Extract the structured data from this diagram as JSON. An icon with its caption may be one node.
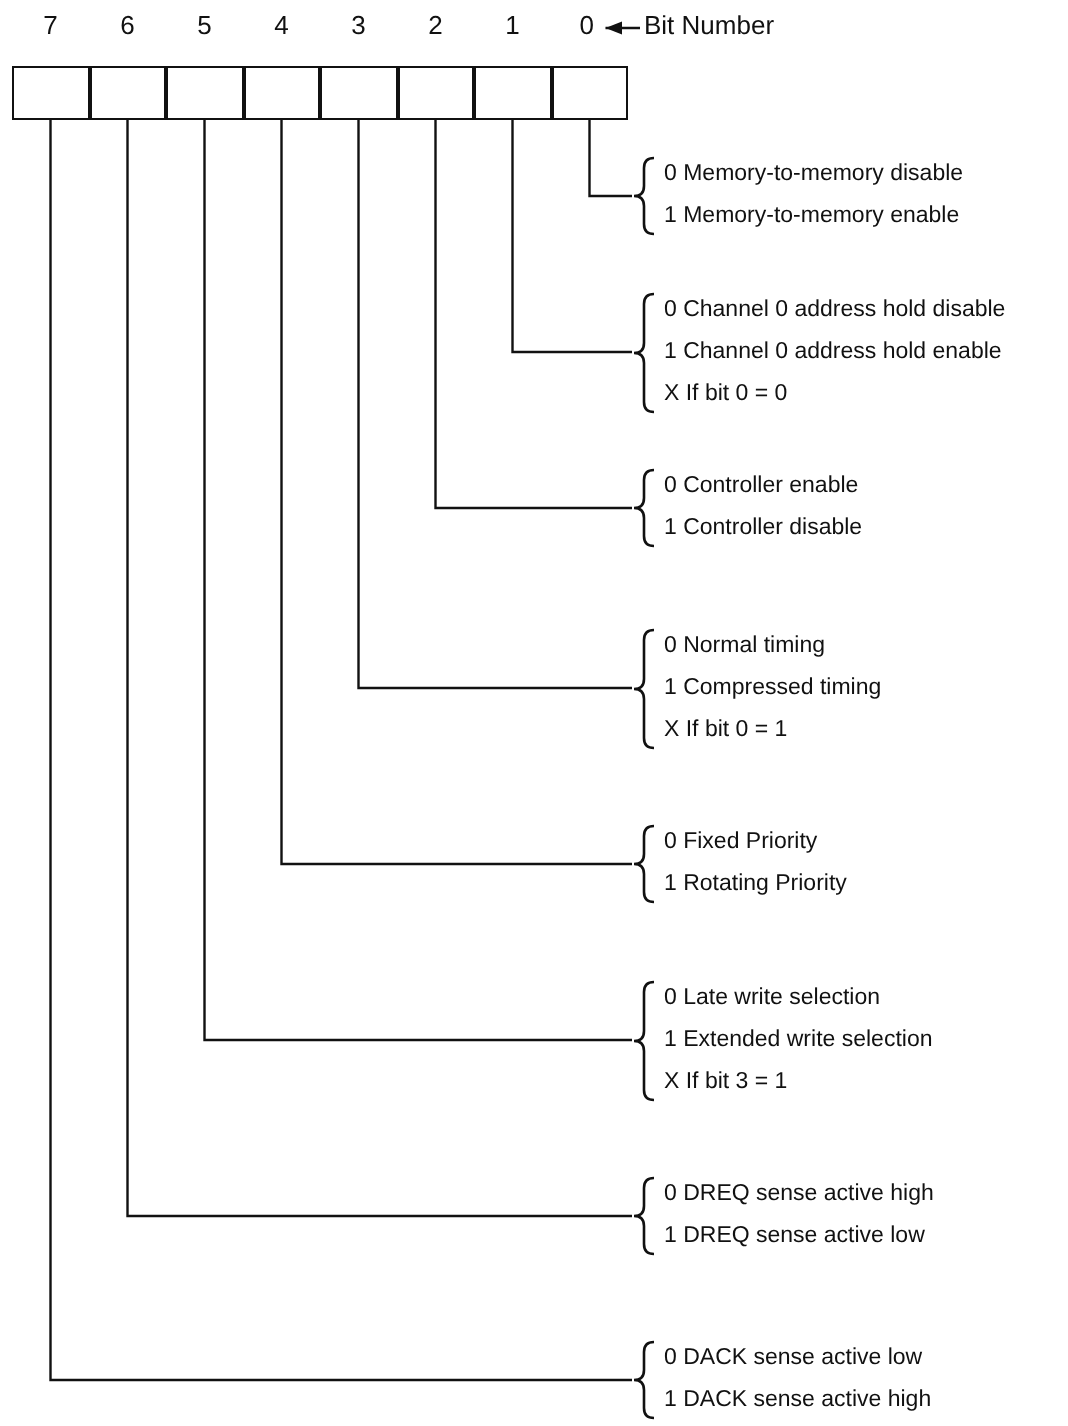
{
  "diagram": {
    "nodes": [
      {
        "text": [],
        "shape": "box"
      },
      {
        "text": [],
        "shape": "box"
      },
      {
        "text": [],
        "shape": "box"
      },
      {
        "text": [],
        "shape": "box"
      },
      {
        "text": [],
        "shape": "box"
      },
      {
        "text": [],
        "shape": "box"
      },
      {
        "text": [],
        "shape": "box"
      },
      {
        "text": [],
        "shape": "box"
      },
      {
        "text": [
          "0"
        ]
      },
      {
        "text": [
          "Bit Number"
        ]
      },
      {
        "text": [
          "0 Memory-to-memory disable",
          "1 Memory-to-memory enable"
        ]
      },
      {
        "text": [
          "0 Channel 0 address hold disable",
          "1 Channel 0 address hold enable",
          "X If bit 0 = 0"
        ]
      },
      {
        "text": [
          "0 Controller enable",
          "1 Controller disable"
        ]
      },
      {
        "text": [
          "0 Normal timing",
          "1 Compressed timing",
          "X If bit 0 = 1"
        ]
      },
      {
        "text": [
          "0 Fixed Priority",
          "1 Rotating Priority"
        ]
      },
      {
        "text": [
          "0 Late write selection",
          "1 Extended write selection",
          "X If bit 3 = 1"
        ]
      },
      {
        "text": [
          "0 DREQ sense active high",
          "1 DREQ sense active low"
        ]
      },
      {
        "text": [
          "0 DACK sense active low",
          "1 DACK sense active high"
        ]
      }
    ],
    "edges": [
      {
        "from": 9,
        "to": 8,
        "arrow": "to"
      },
      {
        "from": 7,
        "to": 10,
        "arrow": "none"
      },
      {
        "from": 6,
        "to": 11,
        "arrow": "none"
      },
      {
        "from": 5,
        "to": 12,
        "arrow": "none"
      },
      {
        "from": 4,
        "to": 13,
        "arrow": "none"
      },
      {
        "from": 3,
        "to": 14,
        "arrow": "none"
      },
      {
        "from": 2,
        "to": 15,
        "arrow": "none"
      },
      {
        "from": 1,
        "to": 16,
        "arrow": "none"
      },
      {
        "from": 0,
        "to": 17,
        "arrow": "none"
      }
    ],
    "labels": [
      "7",
      "6",
      "5",
      "4",
      "3",
      "2",
      "1"
    ]
  }
}
